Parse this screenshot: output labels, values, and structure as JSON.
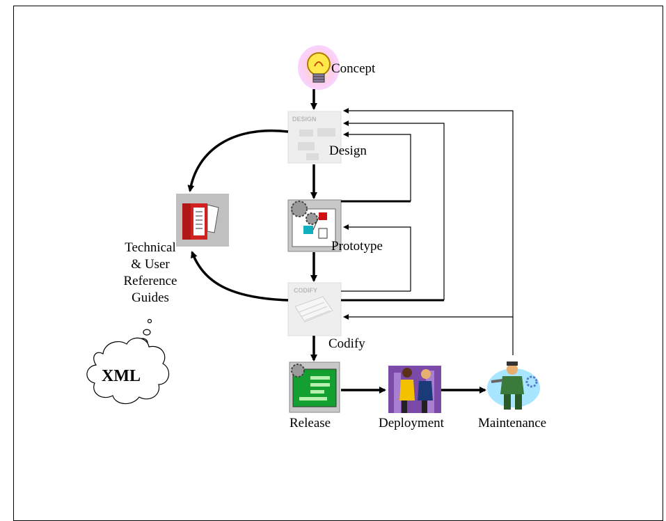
{
  "stages": {
    "concept": "Concept",
    "design": "Design",
    "prototype": "Prototype",
    "codify": "Codify",
    "release": "Release",
    "deployment": "Deployment",
    "maintenance": "Maintenance"
  },
  "guides": {
    "line1": "Technical",
    "line2": "& User",
    "line3": "Reference",
    "line4": "Guides"
  },
  "thought": {
    "label": "XML"
  },
  "icons": {
    "concept": "lightbulb-icon",
    "design": "design-sheet-icon",
    "prototype": "prototype-gears-icon",
    "codify": "codify-document-icon",
    "release": "release-screen-icon",
    "deployment": "handshake-people-icon",
    "maintenance": "mechanic-icon",
    "guides": "reference-book-icon"
  }
}
